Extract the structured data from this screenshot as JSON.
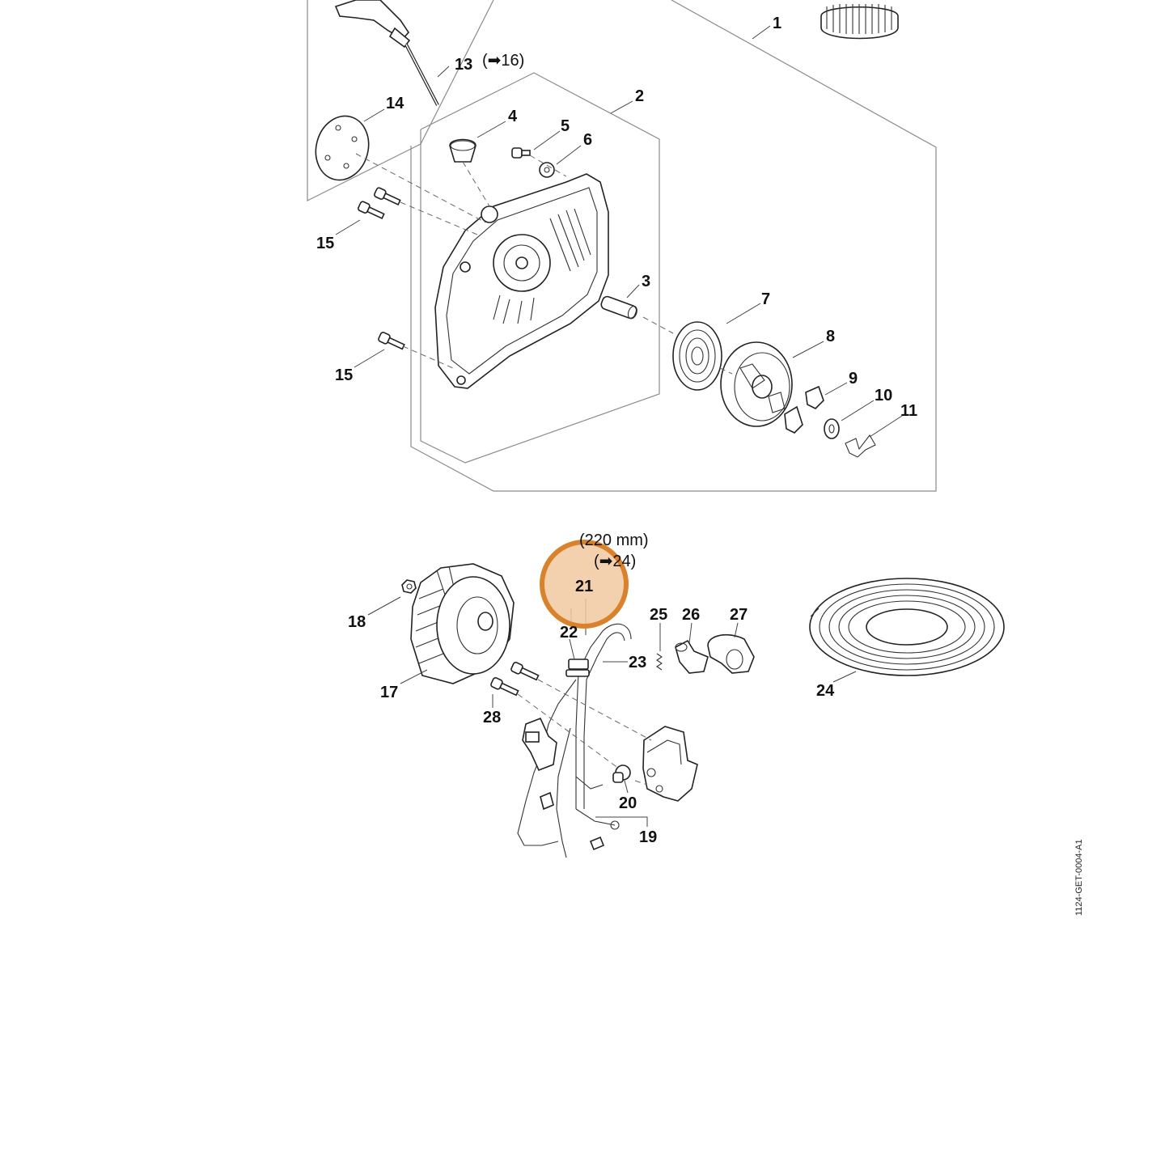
{
  "diagram": {
    "doc_id": "1124-GET-0004-A1",
    "highlight": {
      "label": "21",
      "color": "#d9822b",
      "fill": "#f2c9a0"
    },
    "callouts": {
      "c1": "1",
      "c2": "2",
      "c3": "3",
      "c4": "4",
      "c5": "5",
      "c6": "6",
      "c7": "7",
      "c8": "8",
      "c9": "9",
      "c10": "10",
      "c11": "11",
      "c13": "13",
      "c14": "14",
      "c15a": "15",
      "c15b": "15",
      "c17": "17",
      "c18": "18",
      "c19": "19",
      "c20": "20",
      "c21": "21",
      "c22": "22",
      "c23": "23",
      "c24": "24",
      "c25": "25",
      "c26": "26",
      "c27": "27",
      "c28": "28"
    },
    "notes": {
      "ref16": "(➡16)",
      "length": "(220 mm)",
      "ref24": "(➡24)"
    }
  }
}
